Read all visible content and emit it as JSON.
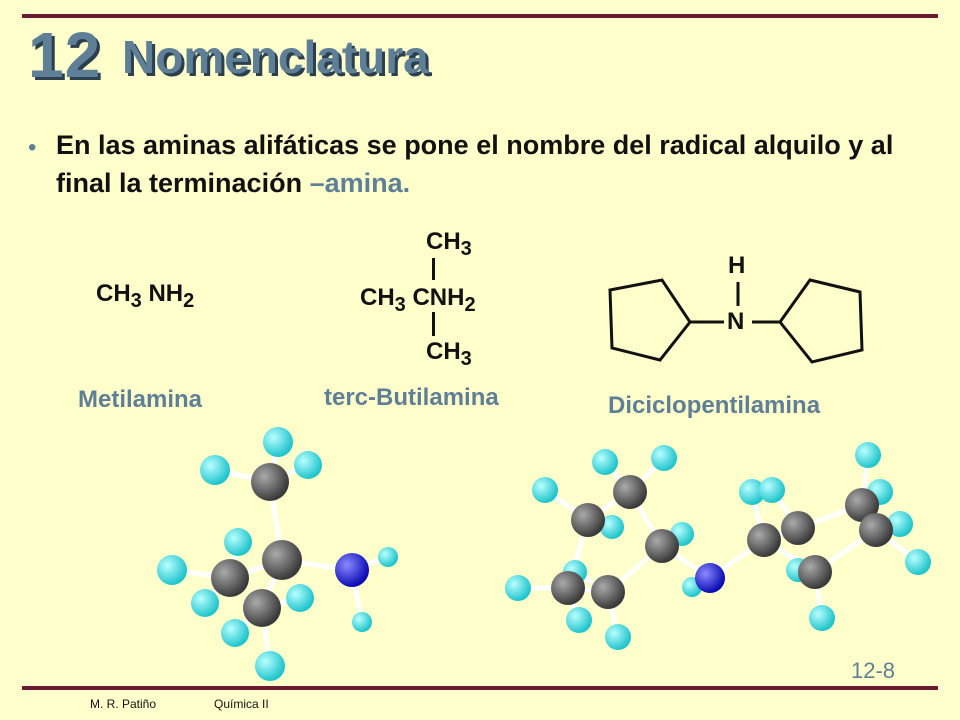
{
  "slide": {
    "chapter_number": "12",
    "title": "Nomenclatura",
    "bullet_marker": "•",
    "bullet_text": "En las aminas alifáticas se pone el nombre del radical alquilo y al final la terminación ",
    "bullet_accent": "–amina."
  },
  "structures": {
    "methylamine": {
      "a": "CH",
      "a_sub": "3",
      "b": " NH",
      "b_sub": "2",
      "name": "Metilamina"
    },
    "tert_butylamine": {
      "top": "CH",
      "top_sub": "3",
      "mid_a": "CH",
      "mid_a_sub": "3",
      "mid_b": " CNH",
      "mid_b_sub": "2",
      "bottom": "CH",
      "bottom_sub": "3",
      "name": "terc-Butilamina"
    },
    "dicyclopentylamine": {
      "h": "H",
      "n": "N",
      "name": "Diciclopentilamina"
    }
  },
  "footer": {
    "author": "M. R. Patiño",
    "course": "Química II",
    "page": "12-8"
  },
  "colors": {
    "accent": "#5e7f96",
    "rule": "#6b1a36",
    "background": "#ffffcc",
    "carbon": "#555555",
    "hydrogen": "#33dde0",
    "nitrogen": "#1a1adc"
  }
}
